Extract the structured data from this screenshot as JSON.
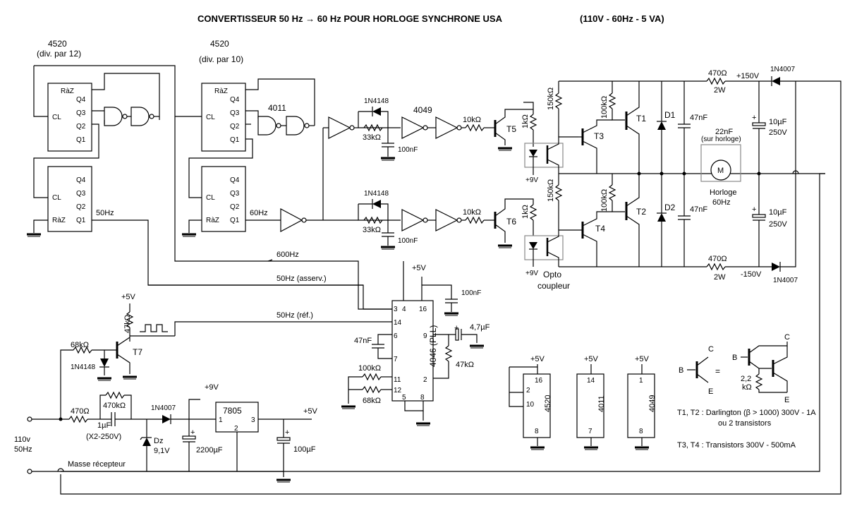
{
  "title": "CONVERTISSEUR 50 Hz → 60 Hz POUR HORLOGE SYNCHRONE USA",
  "title_spec": "(110V - 60Hz - 5 VA)",
  "div12": {
    "part": "4520",
    "note": "(div. par 12)"
  },
  "div10": {
    "part": "4520",
    "note": "(div. par 10)"
  },
  "counter_pins": {
    "raz": "RàZ",
    "cl": "CL",
    "q1": "Q1",
    "q2": "Q2",
    "q3": "Q3",
    "q4": "Q4"
  },
  "nand_label": "4011",
  "inv_label": "4049",
  "freq": {
    "f50": "50Hz",
    "f60": "60Hz",
    "f600": "600Hz",
    "asserv": "50Hz (asserv.)",
    "ref": "50Hz (réf.)"
  },
  "supply": {
    "p5v": "+5V",
    "p9v": "+9V",
    "p150": "+150V",
    "m150": "-150V",
    "p9v_opto": "+9V"
  },
  "components": {
    "d1n4148": "1N4148",
    "d1n4007": "1N4007",
    "r33k": "33kΩ",
    "r10k": "10kΩ",
    "r1k": "1kΩ",
    "r150k": "150kΩ",
    "r100k": "100kΩ",
    "r470": "470Ω",
    "r470_2w": "2W",
    "r47k": "47kΩ",
    "r68k": "68kΩ",
    "r470k": "470kΩ",
    "c100n": "100nF",
    "c47n": "47nF",
    "c22n": "22nF",
    "c22n_note": "(sur horloge)",
    "c10u": "10µF",
    "c10u_v": "250V",
    "c47u": "4,7µF",
    "c1u": "1µF",
    "c1u_note": "(X2-250V)",
    "c2200u": "2200µF",
    "c100u": "100µF",
    "dz": "Dz",
    "dz_v": "9,1V",
    "reg": "7805",
    "pll": "4046 (PLL)",
    "t1": "T1",
    "t2": "T2",
    "t3": "T3",
    "t4": "T4",
    "t5": "T5",
    "t6": "T6",
    "t7": "T7",
    "d1": "D1",
    "d2": "D2",
    "motor": "M",
    "horloge": "Horloge",
    "horloge_f": "60Hz",
    "opto1": "Opto",
    "opto2": "coupleur",
    "r2k2": "2,2",
    "r2k2_u": "kΩ"
  },
  "mains": {
    "v": "110v",
    "f": "50Hz",
    "masse": "Masse récepteur"
  },
  "pll_pins": [
    "3",
    "4",
    "16",
    "14",
    "6",
    "7",
    "9",
    "11",
    "2",
    "12",
    "5",
    "8"
  ],
  "ic_power": [
    {
      "name": "4520",
      "top": "16",
      "bot": "8",
      "p1": "2",
      "p2": "10"
    },
    {
      "name": "4011",
      "top": "14",
      "bot": "7"
    },
    {
      "name": "4049",
      "top": "1",
      "bot": "8"
    }
  ],
  "notes": {
    "darlington": "T1, T2 : Darlington (β > 1000)  300V - 1A",
    "darlington2": "ou  2 transistors",
    "t3t4": "T3, T4 : Transistors 300V - 500mA"
  },
  "pin_labels": {
    "b": "B",
    "c": "C",
    "e": "E"
  }
}
